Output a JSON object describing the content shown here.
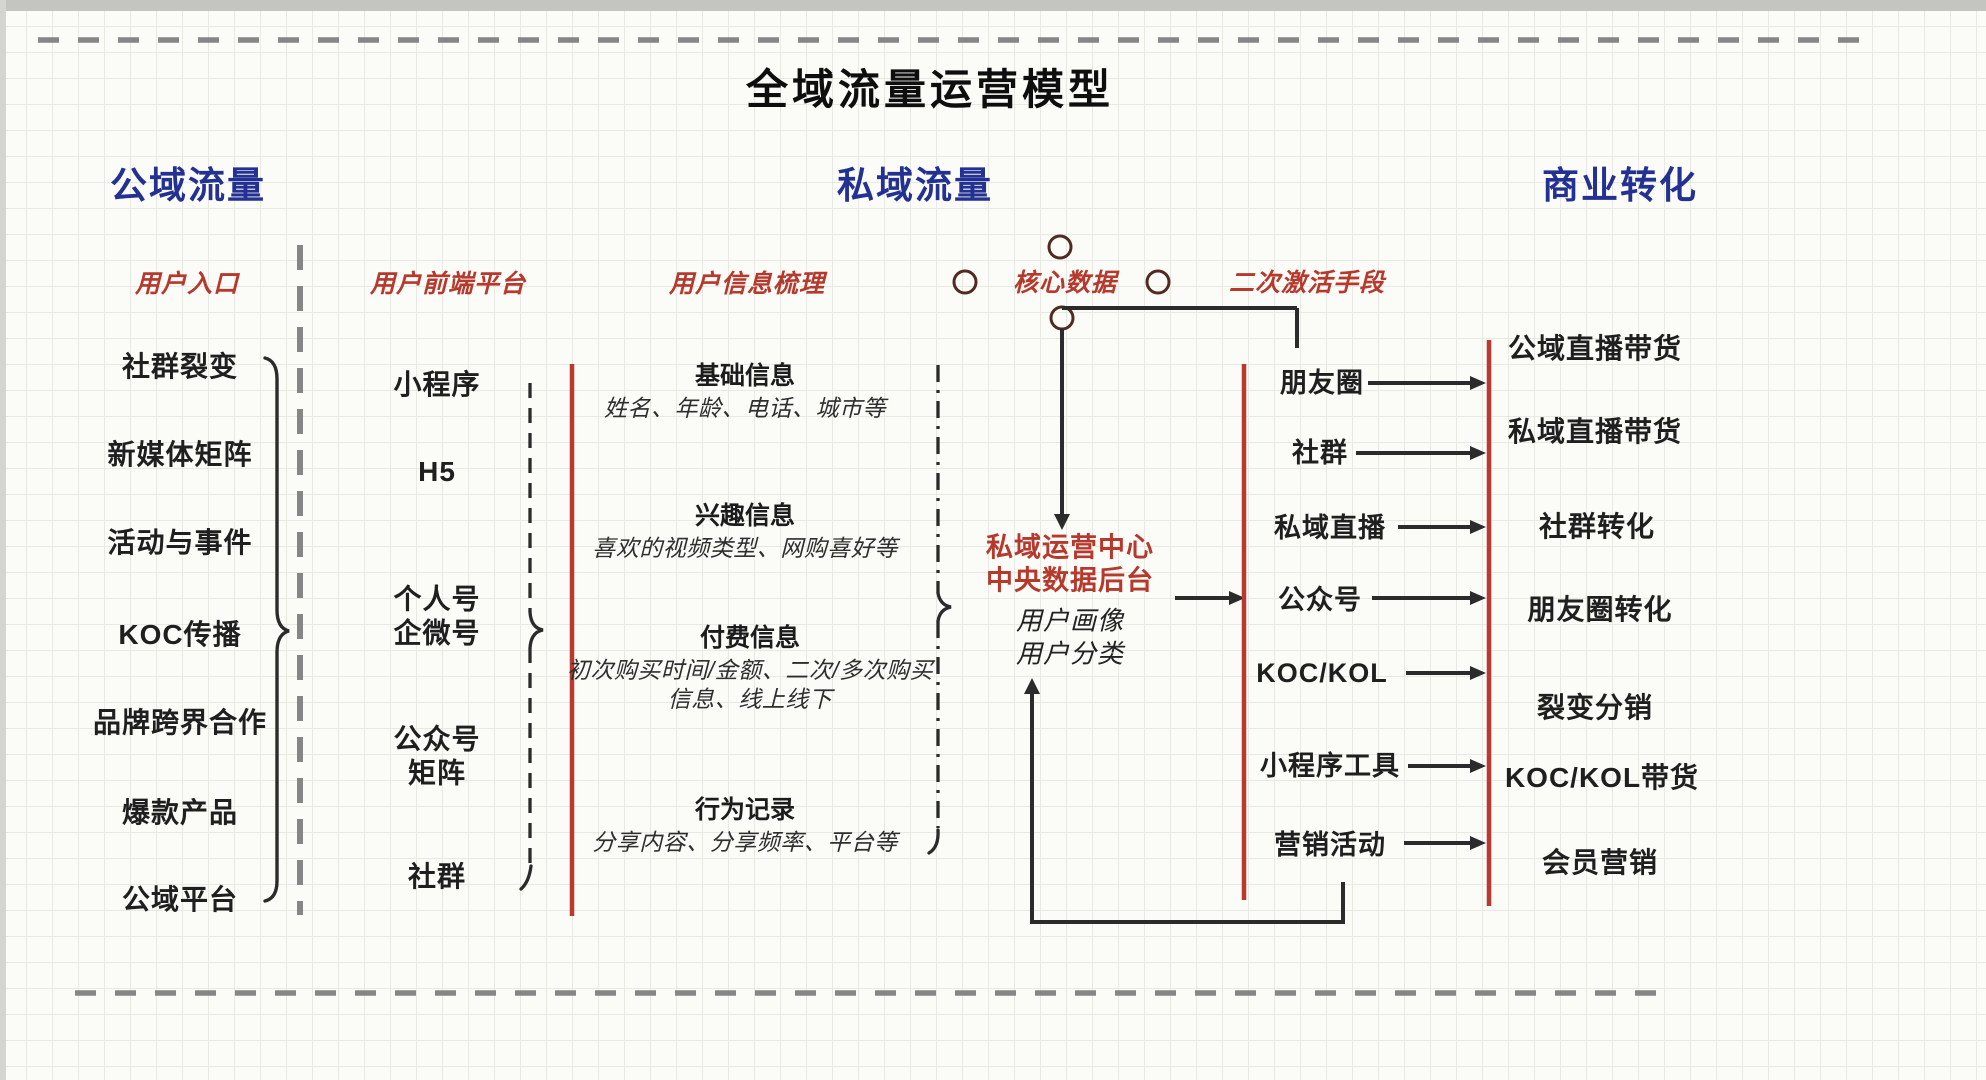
{
  "colors": {
    "header_blue": "#233193",
    "label_red": "#b5392c",
    "line_red": "#b8392e",
    "connector_ink": "#2b2b2b",
    "dashed_gray": "#868686",
    "circle_brown": "#512a22",
    "text_ink": "#1f1f1f"
  },
  "title": "全域流量运营模型",
  "headers": {
    "public": "公域流量",
    "private": "私域流量",
    "conversion": "商业转化"
  },
  "public_traffic": {
    "label": "用户入口",
    "items": [
      "社群裂变",
      "新媒体矩阵",
      "活动与事件",
      "KOC传播",
      "品牌跨界合作",
      "爆款产品",
      "公域平台"
    ]
  },
  "frontend_platforms": {
    "label": "用户前端平台",
    "items": [
      "小程序",
      "H5",
      "个人号\n企微号",
      "公众号\n矩阵",
      "社群"
    ]
  },
  "user_info": {
    "label": "用户信息梳理",
    "groups": [
      {
        "title": "基础信息",
        "desc": "姓名、年龄、电话、城市等"
      },
      {
        "title": "兴趣信息",
        "desc": "喜欢的视频类型、网购喜好等"
      },
      {
        "title": "付费信息",
        "desc": "初次购买时间/金额、二次/多次购买\n信息、线上线下"
      },
      {
        "title": "行为记录",
        "desc": "分享内容、分享频率、平台等"
      }
    ]
  },
  "core_data": {
    "label": "核心数据",
    "center_line1": "私域运营中心",
    "center_line2": "中央数据后台",
    "center_sub1": "用户画像",
    "center_sub2": "用户分类"
  },
  "activation": {
    "label": "二次激活手段",
    "items": [
      "朋友圈",
      "社群",
      "私域直播",
      "公众号",
      "KOC/KOL",
      "小程序工具",
      "营销活动"
    ]
  },
  "outcomes": {
    "items": [
      "公域直播带货",
      "私域直播带货",
      "社群转化",
      "朋友圈转化",
      "裂变分销",
      "KOC/KOL带货",
      "会员营销"
    ]
  }
}
